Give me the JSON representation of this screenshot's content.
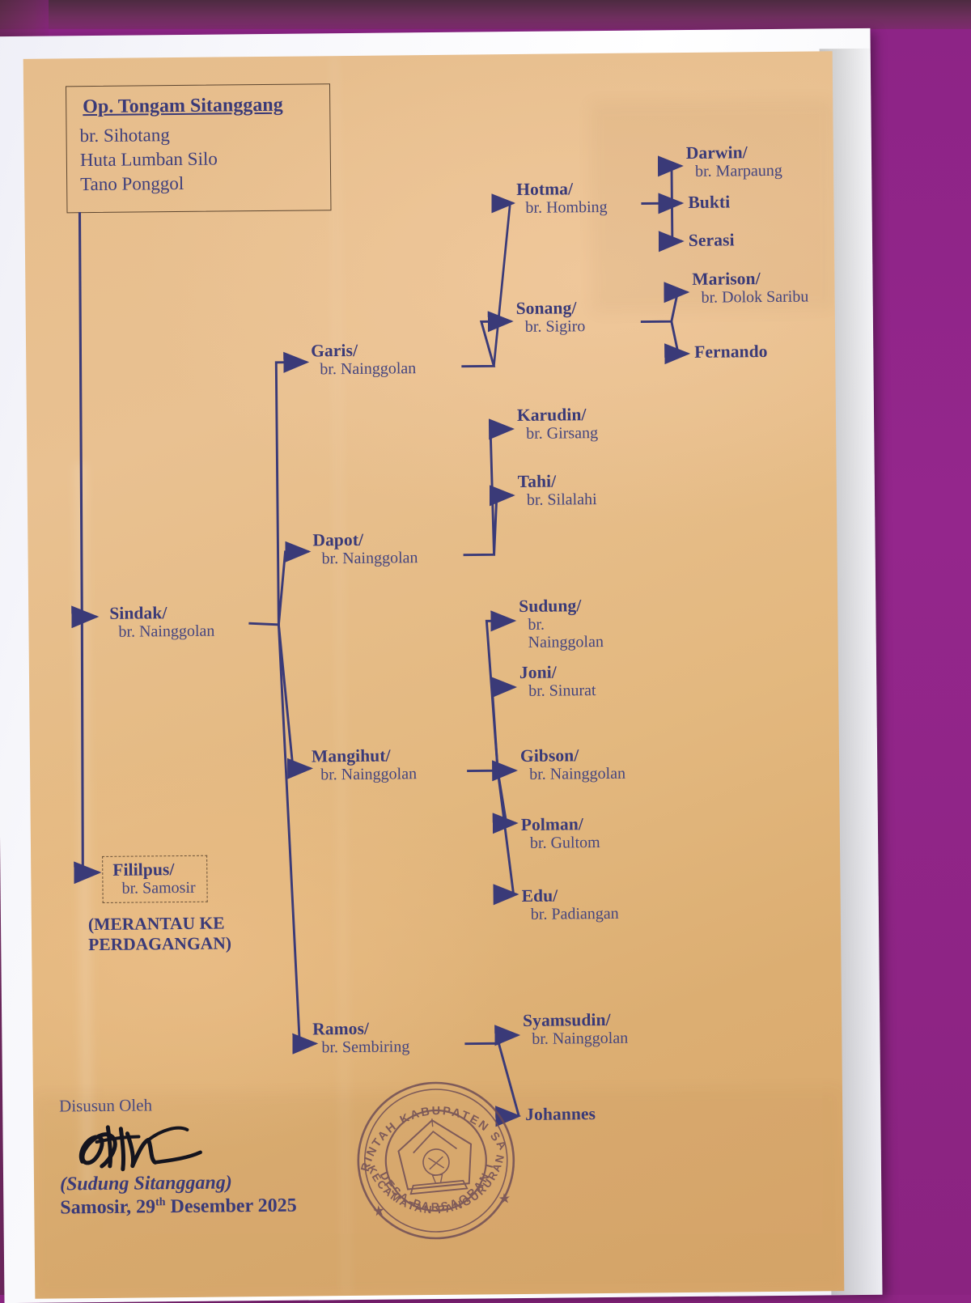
{
  "document": {
    "title_name": "Op. Tongam Sitanggang",
    "title_marga": "br. Sihotang",
    "title_place1": "Huta Lumban Silo",
    "title_place2": "Tano Ponggol",
    "note": "(MERANTAU KE\nPERDAGANGAN)"
  },
  "colors": {
    "ink": "#3a3a78",
    "paper": "#e6bd8c",
    "background": "#8E2584",
    "sheet": "#ffffff",
    "stamp": "#6b4a55"
  },
  "nodes": {
    "sindak": {
      "name": "Sindak/",
      "marga": "br. Nainggolan"
    },
    "fililpus": {
      "name": "Fililpus/",
      "marga": "br. Samosir"
    },
    "garis": {
      "name": "Garis/",
      "marga": "br. Nainggolan"
    },
    "dapot": {
      "name": "Dapot/",
      "marga": "br. Nainggolan"
    },
    "mangihut": {
      "name": "Mangihut/",
      "marga": "br. Nainggolan"
    },
    "ramos": {
      "name": "Ramos/",
      "marga": "br. Sembiring"
    },
    "hotma": {
      "name": "Hotma/",
      "marga": "br. Hombing"
    },
    "sonang": {
      "name": "Sonang/",
      "marga": "br. Sigiro"
    },
    "karudin": {
      "name": "Karudin/",
      "marga": "br. Girsang"
    },
    "tahi": {
      "name": "Tahi/",
      "marga": "br. Silalahi"
    },
    "sudung": {
      "name": "Sudung/",
      "marga": "br.\nNainggolan"
    },
    "joni": {
      "name": "Joni/",
      "marga": "br. Sinurat"
    },
    "gibson": {
      "name": "Gibson/",
      "marga": "br. Nainggolan"
    },
    "polman": {
      "name": "Polman/",
      "marga": "br. Gultom"
    },
    "edu": {
      "name": "Edu/",
      "marga": "br. Padiangan"
    },
    "darwin": {
      "name": "Darwin/",
      "marga": "br. Marpaung"
    },
    "bukti": {
      "name": "Bukti",
      "marga": ""
    },
    "serasi": {
      "name": "Serasi",
      "marga": ""
    },
    "marison": {
      "name": "Marison/",
      "marga": "br. Dolok Saribu"
    },
    "fernando": {
      "name": "Fernando",
      "marga": ""
    },
    "syamsudin": {
      "name": "Syamsudin/",
      "marga": "br. Nainggolan"
    },
    "johannes": {
      "name": "Johannes",
      "marga": ""
    }
  },
  "footer": {
    "prepared_by_label": "Disusun Oleh",
    "signer_name": "(Sudung Sitanggang)",
    "place": "Samosir, 29",
    "ordinal": "th",
    "date_rest": " Desember 2025"
  },
  "stamp": {
    "top_text": "PEMERINTAH KABUPATEN SAMOSIR",
    "bottom_text": "DESA PARSAORAN I",
    "bottom_text2": "KECAMATAN PANGURURAN"
  }
}
